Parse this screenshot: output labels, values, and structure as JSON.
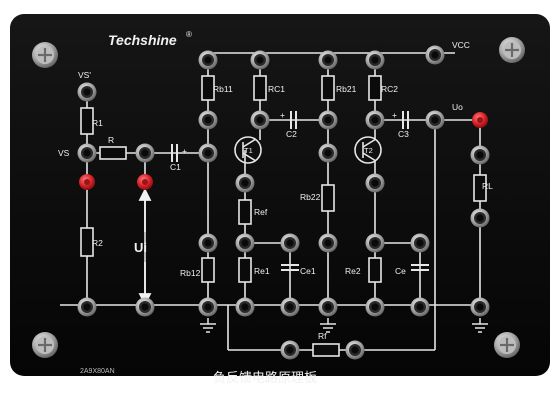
{
  "brand": {
    "name": "Techshine",
    "mark": "®"
  },
  "board_title": "负反馈电路原理板",
  "model_code": "2A9X80AN",
  "labels": {
    "vs_prime": "VS'",
    "vs": "VS",
    "r1": "R1",
    "r": "R",
    "r2": "R2",
    "c1": "C1",
    "c1_plus": "+",
    "ui": "Ui",
    "rb11": "Rb11",
    "rc1": "RC1",
    "rb12": "Rb12",
    "t1": "T1",
    "ref": "Ref",
    "re1": "Re1",
    "ce1": "Ce1",
    "c2": "C2",
    "c2_plus": "+",
    "rb21": "Rb21",
    "rc2": "RC2",
    "rb22": "Rb22",
    "t2": "T2",
    "re2": "Re2",
    "ce": "Ce",
    "c3": "C3",
    "c3_plus": "+",
    "uo": "Uo",
    "vcc": "VCC",
    "rl": "RL",
    "rf": "Rf"
  },
  "colors": {
    "board": "#0b0b0b",
    "line": "#e6e6e6",
    "text": "#f0f0f0",
    "jack_red": "#d7262b",
    "jack_metal": "#c9c9c9"
  }
}
